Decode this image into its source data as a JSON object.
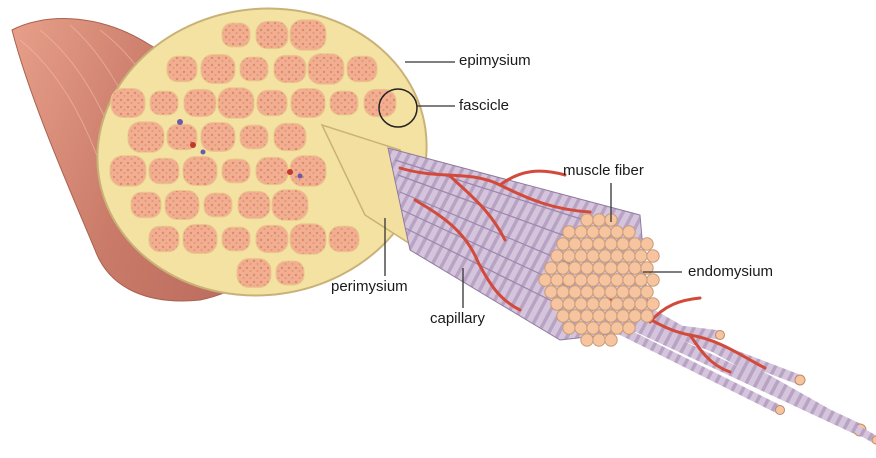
{
  "labels": {
    "epimysium": "epimysium",
    "fascicle": "fascicle",
    "muscle_fiber": "muscle fiber",
    "endomysium": "endomysium",
    "perimysium": "perimysium",
    "capillary": "capillary"
  },
  "colors": {
    "muscle_outer": "#d98a73",
    "fascicle_fill": "#f0a98a",
    "connective_tissue": "#f4e2a2",
    "fiber": "#d3c2d9",
    "fiber_end": "#f6c49e",
    "capillary": "#d24a3a",
    "leader_line": "#333333"
  }
}
